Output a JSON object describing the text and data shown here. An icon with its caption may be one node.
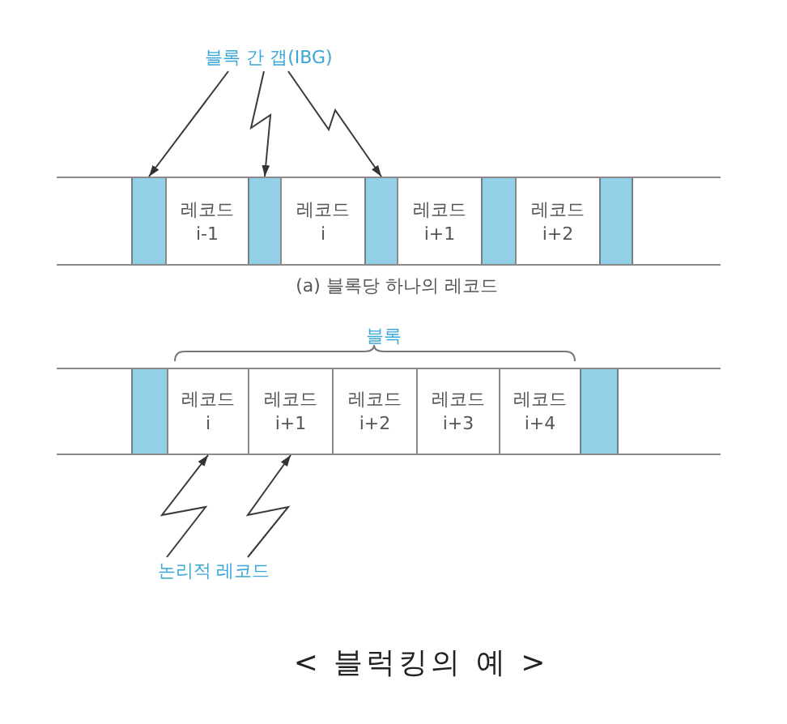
{
  "diagram": {
    "caption": "< 블럭킹의 예 >",
    "nodes": [
      {
        "text": [
          "블록 간 갭(IBG)"
        ]
      },
      {
        "text": [],
        "shape": "bar"
      },
      {
        "text": [
          "레코드 i-1"
        ]
      },
      {
        "text": [],
        "shape": "bar"
      },
      {
        "text": [
          "레코드 i"
        ]
      },
      {
        "text": [],
        "shape": "bar"
      },
      {
        "text": [
          "레코드 i+1"
        ]
      },
      {
        "text": [],
        "shape": "bar"
      },
      {
        "text": [
          "레코드 i+2"
        ]
      },
      {
        "text": [],
        "shape": "bar"
      },
      {
        "text": [],
        "shape": "bar"
      },
      {
        "text": [
          "레코드 i"
        ]
      },
      {
        "text": [
          "레코드 i+1"
        ]
      },
      {
        "text": [
          "레코드 i+2"
        ]
      },
      {
        "text": [
          "레코드 i+3"
        ]
      },
      {
        "text": [
          "레코드 i+4"
        ]
      },
      {
        "text": [],
        "shape": "bar"
      },
      {
        "text": [
          "논리적 레코드"
        ]
      }
    ],
    "edges": [
      {
        "from": 0,
        "to": 1,
        "arrow": "to"
      },
      {
        "from": 0,
        "to": 3,
        "arrow": "to"
      },
      {
        "from": 0,
        "to": 5,
        "arrow": "to"
      },
      {
        "from": 17,
        "to": 11,
        "arrow": "to"
      },
      {
        "from": 17,
        "to": 12,
        "arrow": "to"
      }
    ],
    "labels": [
      "(a) 블록당 하나의 레코드",
      "블록"
    ]
  }
}
